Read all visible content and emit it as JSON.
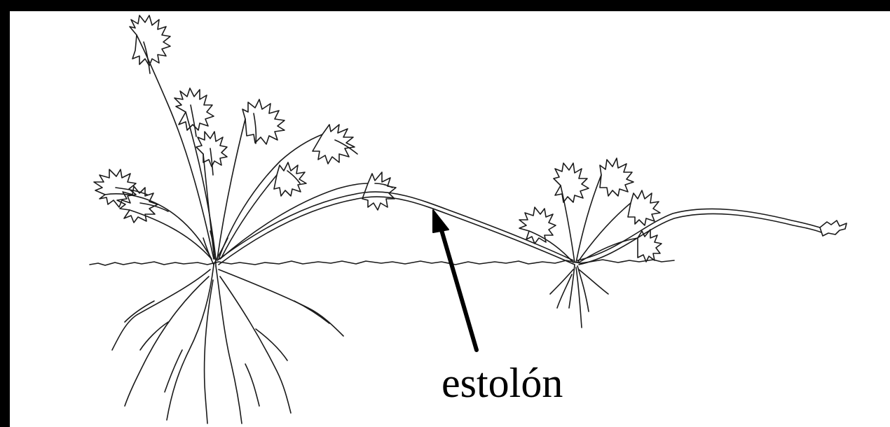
{
  "diagram": {
    "label": "estolón",
    "colors": {
      "background": "#000000",
      "paper": "#ffffff",
      "ink": "#1a1a1a",
      "arrow": "#000000"
    },
    "icons": [
      "mother-plant-drawing",
      "daughter-plant-drawing",
      "stolon-arrow"
    ]
  }
}
